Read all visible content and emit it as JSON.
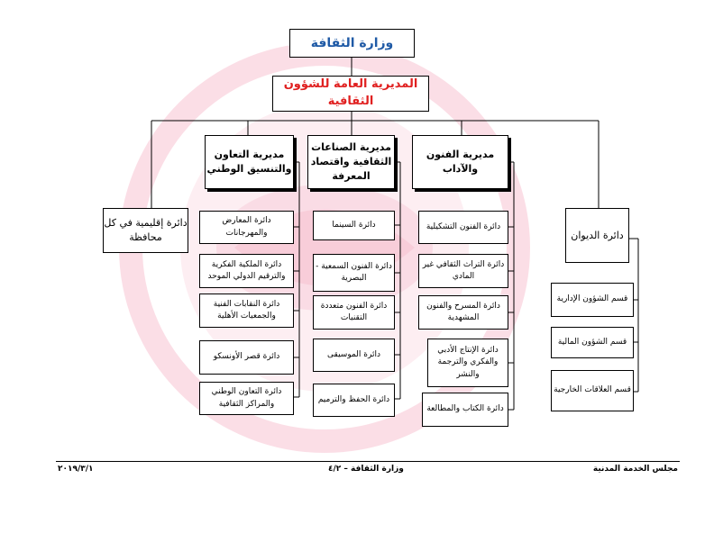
{
  "colors": {
    "ministry_text": "#1f5aa6",
    "general_text": "#e02020",
    "watermark": "#f3a0b8"
  },
  "chart": {
    "ministry": "وزارة الثقافة",
    "general_directorate": "المديرية العامة للشؤون الثقافية",
    "directorates": {
      "cooperation": "مديرية التعاون والتنسيق الوطني",
      "industries": "مديرية الصناعات الثقافية واقتصاد المعرفة",
      "arts": "مديرية الفنون والآداب"
    },
    "regional": "دائرة إقليمية في كل محافظة",
    "diwan": "دائرة الديوان",
    "cooperation_units": [
      "دائرة المعارض والمهرجانات",
      "دائرة الملكية الفكرية والترقيم الدولي الموحد",
      "دائرة النقابات الفنية والجمعيات الأهلية",
      "دائرة قصر الأونسكو",
      "دائرة التعاون الوطني والمراكز الثقافية"
    ],
    "industries_units": [
      "دائرة السينما",
      "دائرة الفنون السمعية - البصرية",
      "دائرة الفنون متعددة التقنيات",
      "دائرة الموسيقى",
      "دائرة الحفظ والترميم"
    ],
    "arts_units": [
      "دائرة الفنون التشكيلية",
      "دائرة التراث الثقافي غير المادي",
      "دائرة المسرح والفنون المشهدية",
      "دائرة الإنتاج الأدبي والفكري والترجمة والنشر",
      "دائرة الكتاب والمطالعة"
    ],
    "diwan_units": [
      "قسم الشؤون الإدارية",
      "قسم الشؤون المالية",
      "قسم العلاقات الخارجية"
    ]
  },
  "footer": {
    "left": "٢٠١٩/٣/١",
    "center": "وزارة الثقافة – ٤/٢",
    "right": "مجلس الخدمة المدنية"
  }
}
